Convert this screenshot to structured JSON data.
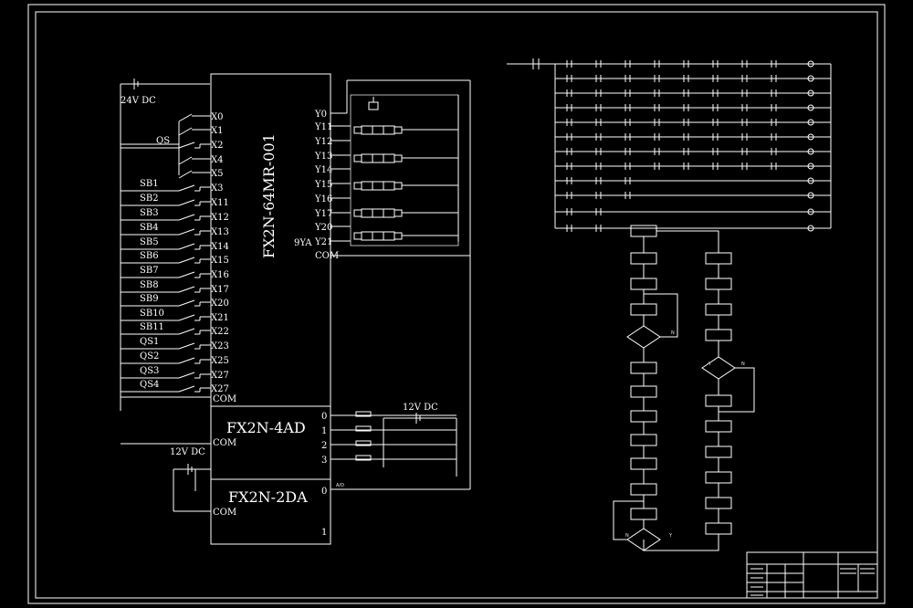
{
  "plc": {
    "model": "FX2N-64MR-001",
    "supply": "24V DC",
    "in_com": "COM",
    "out_com": "COM",
    "yv9": "9YA",
    "inputs": [
      {
        "sw": "",
        "terminal": "X0"
      },
      {
        "sw": "",
        "terminal": "X1"
      },
      {
        "sw": "QS",
        "terminal": "X2"
      },
      {
        "sw": "",
        "terminal": "X4"
      },
      {
        "sw": "",
        "terminal": "X5"
      },
      {
        "sw": "SB1",
        "terminal": "X3"
      },
      {
        "sw": "SB2",
        "terminal": "X11"
      },
      {
        "sw": "SB3",
        "terminal": "X12"
      },
      {
        "sw": "SB4",
        "terminal": "X13"
      },
      {
        "sw": "SB5",
        "terminal": "X14"
      },
      {
        "sw": "SB6",
        "terminal": "X15"
      },
      {
        "sw": "SB7",
        "terminal": "X16"
      },
      {
        "sw": "SB8",
        "terminal": "X17"
      },
      {
        "sw": "SB9",
        "terminal": "X20"
      },
      {
        "sw": "SB10",
        "terminal": "X21"
      },
      {
        "sw": "SB11",
        "terminal": "X22"
      },
      {
        "sw": "QS1",
        "terminal": "X23"
      },
      {
        "sw": "QS2",
        "terminal": "X25"
      },
      {
        "sw": "QS3",
        "terminal": "X27"
      },
      {
        "sw": "QS4",
        "terminal": "X27"
      }
    ],
    "outputs": [
      "Y0",
      "Y11",
      "Y12",
      "Y13",
      "Y14",
      "Y15",
      "Y16",
      "Y17",
      "Y20",
      "Y21"
    ]
  },
  "ad_module": {
    "model": "FX2N-4AD",
    "com": "COM",
    "supply": "12V DC",
    "channels": [
      "0",
      "1",
      "2",
      "3"
    ]
  },
  "da_module": {
    "model": "FX2N-2DA",
    "com": "COM",
    "supply": "12V DC",
    "ch0": "0",
    "ch1": "1",
    "note": "A/D"
  },
  "ladder": {
    "header": "",
    "rung_labels": [
      "",
      "",
      "",
      "",
      "",
      "",
      "",
      "",
      "",
      "",
      "",
      ""
    ]
  },
  "flowchart": {
    "branch_yes": "Y",
    "branch_no": "N"
  },
  "title_block": {
    "title_1": "",
    "title_2": "",
    "title_3": "",
    "title_4": "",
    "sheet": ""
  }
}
